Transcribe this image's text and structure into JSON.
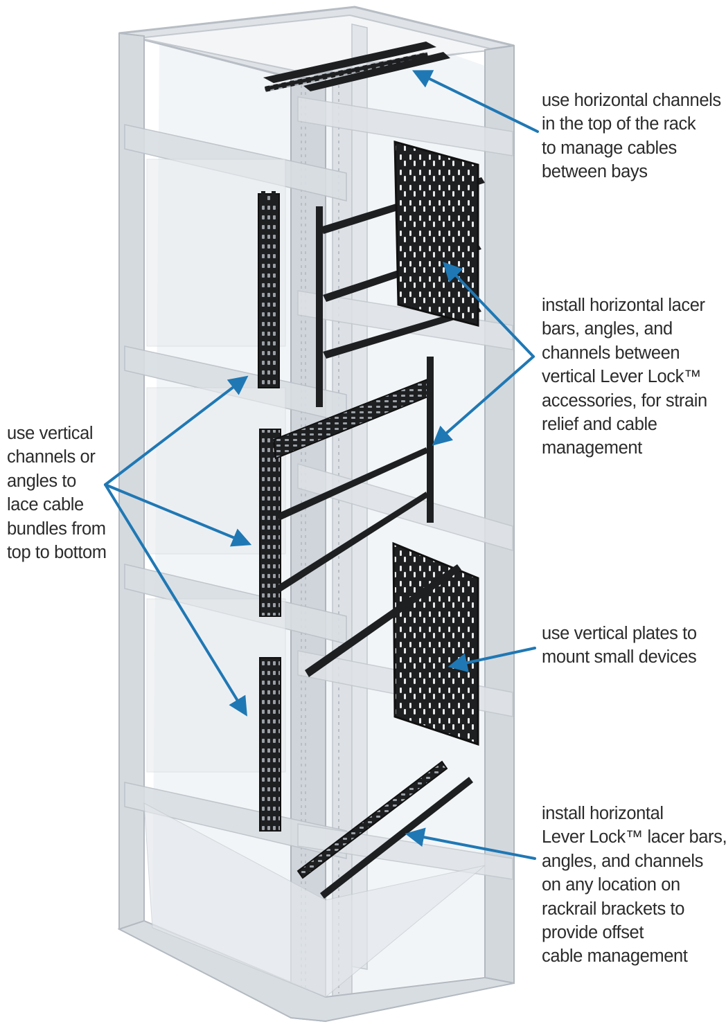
{
  "callouts": [
    {
      "id": "top-channels",
      "lines": [
        "use horizontal channels",
        "in the top of the rack",
        "to manage cables",
        "between bays"
      ]
    },
    {
      "id": "lacer-bars",
      "lines": [
        "install horizontal lacer",
        "bars, angles, and",
        "channels between",
        "vertical Lever Lock™",
        "accessories, for strain",
        "relief and cable",
        "management"
      ]
    },
    {
      "id": "vertical-channels",
      "lines": [
        "use vertical",
        "channels or",
        "angles to",
        "lace cable",
        "bundles from",
        "top to bottom"
      ]
    },
    {
      "id": "vertical-plates",
      "lines": [
        "use vertical plates to",
        "mount small devices"
      ]
    },
    {
      "id": "offset-management",
      "lines": [
        "install horizontal",
        "Lever Lock™ lacer bars,",
        "angles, and channels",
        "on any location on",
        "rackrail brackets to",
        "provide offset",
        "cable management"
      ]
    }
  ],
  "colors": {
    "arrow": "#1f78b4",
    "frame": "#c9ced4",
    "hardware": "#1e1f21",
    "text": "#2b2b2b"
  },
  "icons": [
    "arrow-icon"
  ]
}
